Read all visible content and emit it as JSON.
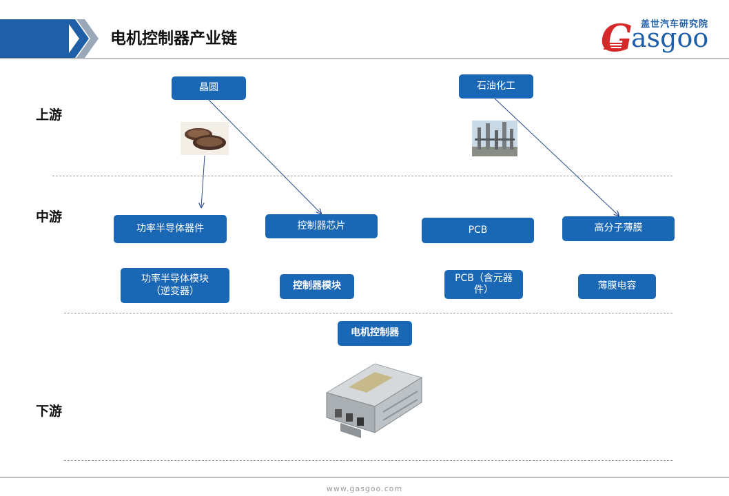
{
  "title": "电机控制器产业链",
  "logo": {
    "cn": "盖世汽车研究院",
    "g": "G",
    "rest": "asgoo"
  },
  "stages": {
    "upstream": "上游",
    "midstream": "中游",
    "downstream": "下游"
  },
  "upstream": {
    "wafer": "晶圆",
    "petrochem": "石油化工"
  },
  "midstream": {
    "power_semi": "功率半导体器件",
    "ctrl_chip": "控制器芯片",
    "pcb": "PCB",
    "polymer_film": "高分子薄膜",
    "power_module": "功率半导体模块（逆变器）",
    "ctrl_module": "控制器模块",
    "pcb_assembly": "PCB（含元器件）",
    "film_cap": "薄膜电容"
  },
  "downstream": {
    "motor_controller": "电机控制器"
  },
  "footer": "www.gasgoo.com",
  "colors": {
    "box": "#1a67b6",
    "header": "#1f5fa8",
    "logo_red": "#d62828"
  }
}
